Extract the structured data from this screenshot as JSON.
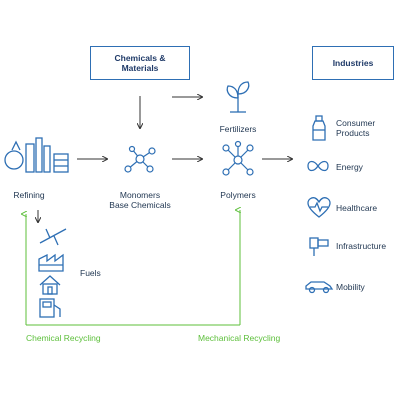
{
  "boxes": {
    "chemicals": "Chemicals &\nMaterials",
    "industries": "Industries"
  },
  "nodes": {
    "refining": "Refining",
    "monomers_line1": "Monomers",
    "monomers_line2": "Base Chemicals",
    "fertilizers": "Fertilizers",
    "polymers": "Polymers",
    "fuels": "Fuels"
  },
  "industries": [
    {
      "label_line1": "Consumer",
      "label_line2": "Products",
      "icon": "bottle-icon"
    },
    {
      "label_line1": "Energy",
      "label_line2": "",
      "icon": "infinity-icon"
    },
    {
      "label_line1": "Healthcare",
      "label_line2": "",
      "icon": "heart-pulse-icon"
    },
    {
      "label_line1": "Infrastructure",
      "label_line2": "",
      "icon": "pipe-icon"
    },
    {
      "label_line1": "Mobility",
      "label_line2": "",
      "icon": "car-icon"
    }
  ],
  "recycling": {
    "chemical": "Chemical Recycling",
    "mechanical": "Mechanical Recycling"
  },
  "colors": {
    "accent_blue": "#2e6fb4",
    "dark_blue": "#1f3a68",
    "recycle_green": "#5cbf3a",
    "arrow_dark": "#333333"
  }
}
